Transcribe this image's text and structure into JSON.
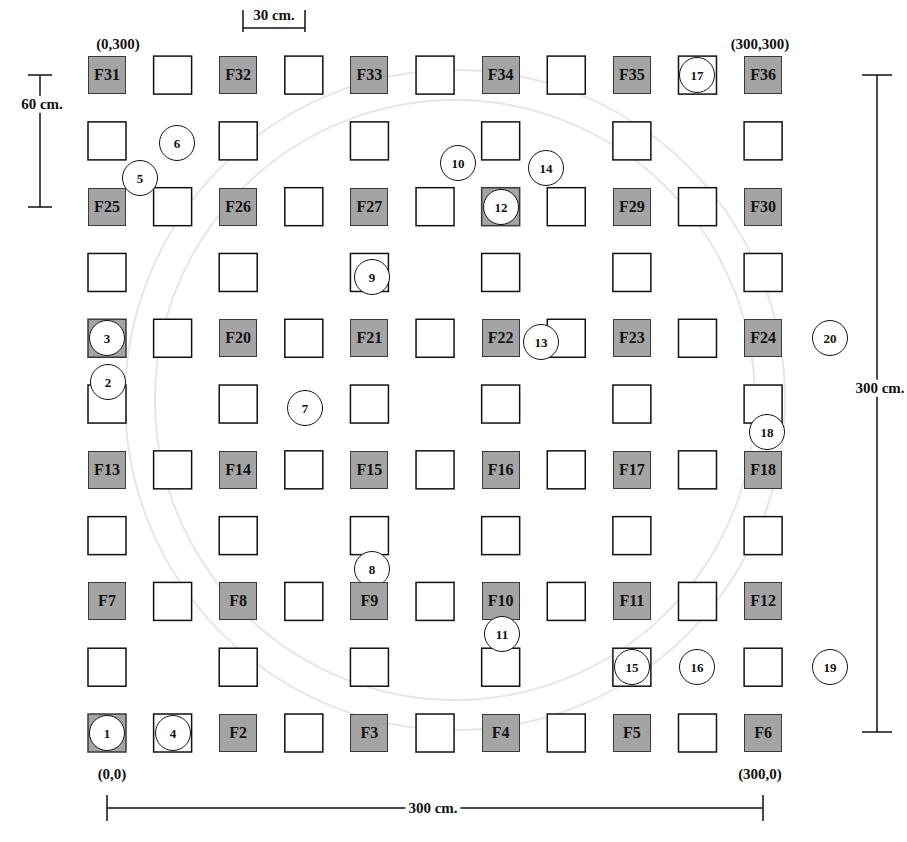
{
  "diagram": {
    "nodes": [
      {
        "text": [
          "F31"
        ]
      },
      {
        "text": [
          "F32"
        ]
      },
      {
        "text": [
          "F33"
        ]
      },
      {
        "text": [
          "F34"
        ]
      },
      {
        "text": [
          "F35"
        ]
      },
      {
        "text": [
          "17"
        ]
      },
      {
        "text": [
          "F36"
        ]
      },
      {
        "text": [
          "6"
        ]
      },
      {
        "text": [
          "5"
        ]
      },
      {
        "text": [
          "10"
        ]
      },
      {
        "text": [
          "14"
        ]
      },
      {
        "text": [
          "F25"
        ]
      },
      {
        "text": [
          "F26"
        ]
      },
      {
        "text": [
          "F27"
        ]
      },
      {
        "text": [
          "12"
        ]
      },
      {
        "text": [
          "F29"
        ]
      },
      {
        "text": [
          "F30"
        ]
      },
      {
        "text": [
          "9"
        ]
      },
      {
        "text": [
          "3"
        ]
      },
      {
        "text": [
          "F20"
        ]
      },
      {
        "text": [
          "F21"
        ]
      },
      {
        "text": [
          "F22"
        ]
      },
      {
        "text": [
          "13"
        ]
      },
      {
        "text": [
          "F23"
        ]
      },
      {
        "text": [
          "F24"
        ]
      },
      {
        "text": [
          "20"
        ]
      },
      {
        "text": [
          "2"
        ]
      },
      {
        "text": [
          "7"
        ]
      },
      {
        "text": [
          "18"
        ]
      },
      {
        "text": [
          "F13"
        ]
      },
      {
        "text": [
          "F14"
        ]
      },
      {
        "text": [
          "F15"
        ]
      },
      {
        "text": [
          "F16"
        ]
      },
      {
        "text": [
          "F17"
        ]
      },
      {
        "text": [
          "F18"
        ]
      },
      {
        "text": [
          "8"
        ]
      },
      {
        "text": [
          "F7"
        ]
      },
      {
        "text": [
          "F8"
        ]
      },
      {
        "text": [
          "F9"
        ]
      },
      {
        "text": [
          "F10"
        ]
      },
      {
        "text": [
          "F11"
        ]
      },
      {
        "text": [
          "F12"
        ]
      },
      {
        "text": [
          "11"
        ]
      },
      {
        "text": [
          "15"
        ]
      },
      {
        "text": [
          "16"
        ]
      },
      {
        "text": [
          "19"
        ]
      },
      {
        "text": [
          "1"
        ]
      },
      {
        "text": [
          "4"
        ]
      },
      {
        "text": [
          "F2"
        ]
      },
      {
        "text": [
          "F3"
        ]
      },
      {
        "text": [
          "F4"
        ]
      },
      {
        "text": [
          "F5"
        ]
      },
      {
        "text": [
          "F6"
        ]
      }
    ],
    "labels": [
      "30 cm.",
      "(0,300)",
      "(300,300)",
      "60 cm.",
      "300 cm.",
      "(0,0)",
      "(300,0)",
      "300 cm."
    ]
  }
}
